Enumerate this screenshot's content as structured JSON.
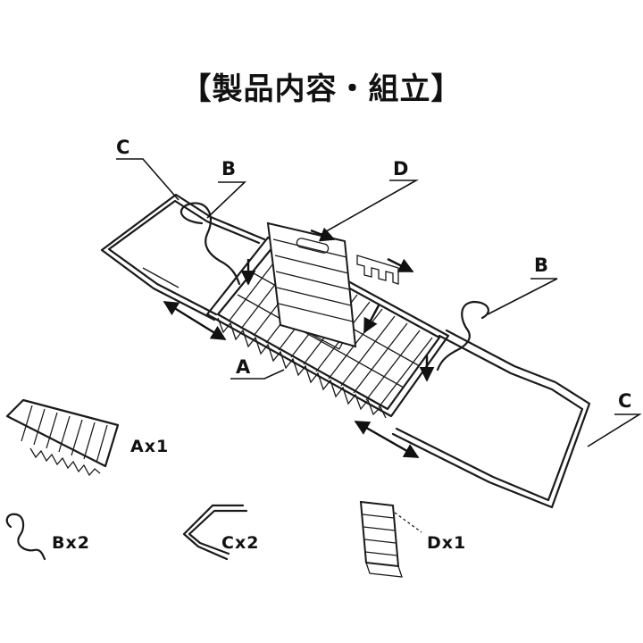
{
  "title": "【製品内容・組立】",
  "callouts": {
    "c_left": "C",
    "b_left": "B",
    "d_top": "D",
    "b_right": "B",
    "a_center": "A",
    "c_right": "C"
  },
  "parts": [
    {
      "id": "A",
      "label": "Ax1",
      "icon": "tray-icon"
    },
    {
      "id": "B",
      "label": "Bx2",
      "icon": "hook-icon"
    },
    {
      "id": "C",
      "label": "Cx2",
      "icon": "extension-arm-icon"
    },
    {
      "id": "D",
      "label": "Dx1",
      "icon": "book-stand-icon"
    }
  ]
}
